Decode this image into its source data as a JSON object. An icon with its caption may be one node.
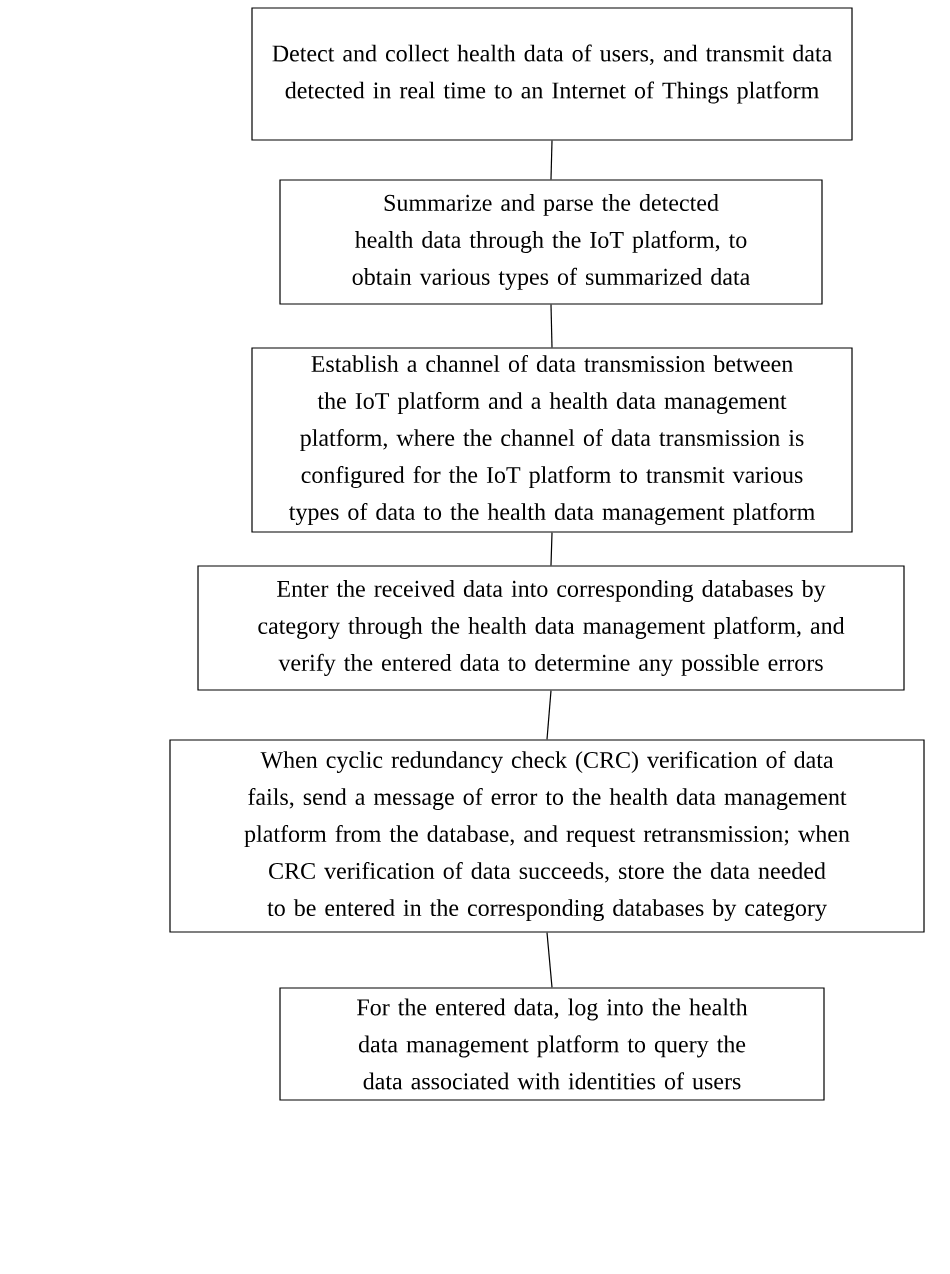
{
  "diagram": {
    "nodes": [
      {
        "text": [
          "Detect and collect health data of users, and transmit data detected in real time to an Internet of Things platform"
        ]
      },
      {
        "text": [
          "Summarize and parse the detected health data through the IoT platform, to obtain various types of summarized data"
        ]
      },
      {
        "text": [
          "Establish a channel of data transmission between the IoT platform and a health data management platform, where the channel of data transmission is configured for the IoT platform to transmit various types of data to the health data management platform"
        ]
      },
      {
        "text": [
          "Enter the received data into corresponding databases by category through the health data management platform, and verify the entered data to determine any possible errors"
        ]
      },
      {
        "text": [
          "When cyclic redundancy check (CRC) verification of data fails, send a message of error to the health data management platform from the database, and request retransmission; when CRC verification of data succeeds, store the data needed to be entered in the corresponding databases by category"
        ]
      },
      {
        "text": [
          "For the entered data, log into the health data management platform to query the data associated with identities of users"
        ]
      }
    ],
    "edges": [
      {
        "from": 0,
        "to": 1,
        "arrow": "none"
      },
      {
        "from": 1,
        "to": 2,
        "arrow": "none"
      },
      {
        "from": 2,
        "to": 3,
        "arrow": "none"
      },
      {
        "from": 3,
        "to": 4,
        "arrow": "none"
      },
      {
        "from": 4,
        "to": 5,
        "arrow": "none"
      }
    ]
  }
}
